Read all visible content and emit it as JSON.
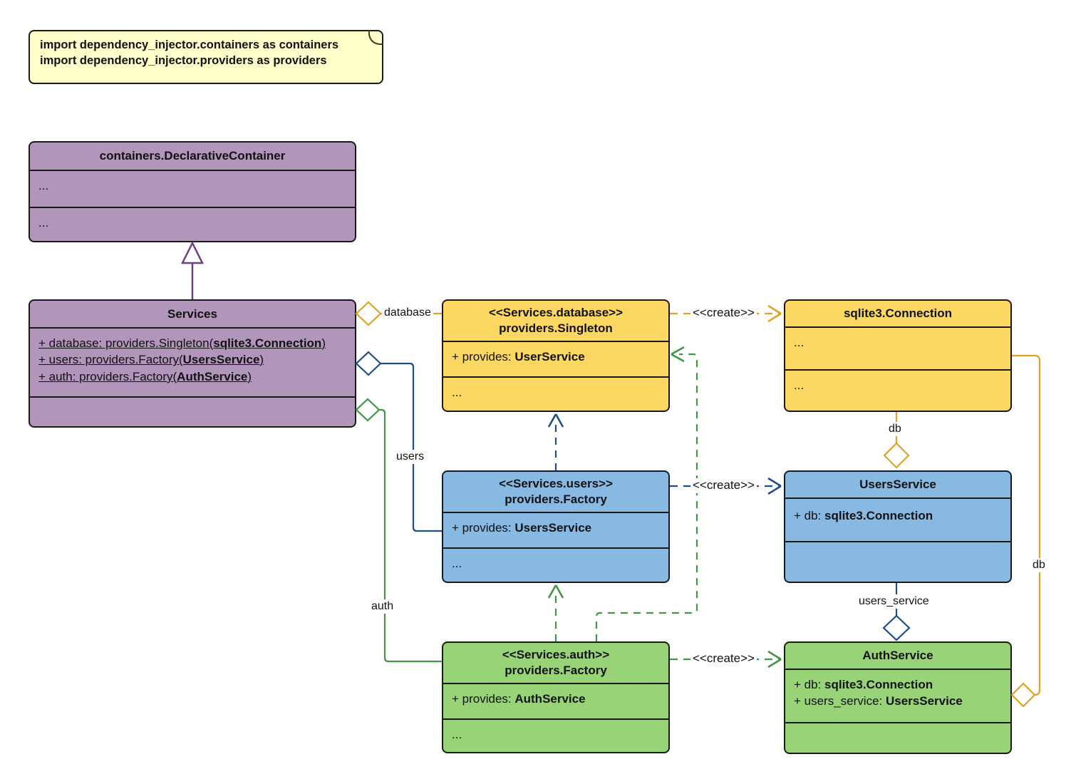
{
  "note": {
    "lines": [
      "import dependency_injector.containers as containers",
      "import dependency_injector.providers as providers"
    ]
  },
  "classes": {
    "declarative_container": {
      "title": "containers.DeclarativeContainer",
      "rows": [
        "...",
        "..."
      ]
    },
    "services": {
      "title": "Services",
      "attrs": [
        {
          "pre": "+ database: providers.Singleton(",
          "bold": "sqlite3.Connection",
          "post": ")"
        },
        {
          "pre": "+ users: providers.Factory(",
          "bold": "UsersService",
          "post": ")"
        },
        {
          "pre": "+ auth: providers.Factory(",
          "bold": "AuthService",
          "post": ")"
        }
      ]
    },
    "singleton": {
      "stereotype": "<<Services.database>>",
      "title": "providers.Singleton",
      "provides": {
        "pre": "+ provides: ",
        "bold": "UserService"
      },
      "more": "..."
    },
    "connection": {
      "title": "sqlite3.Connection",
      "rows": [
        "...",
        "..."
      ]
    },
    "users_factory": {
      "stereotype": "<<Services.users>>",
      "title": "providers.Factory",
      "provides": {
        "pre": "+ provides: ",
        "bold": "UsersService"
      },
      "more": "..."
    },
    "users_service": {
      "title": "UsersService",
      "attrs": [
        {
          "pre": "+ db: ",
          "bold": "sqlite3.Connection"
        }
      ]
    },
    "auth_factory": {
      "stereotype": "<<Services.auth>>",
      "title": "providers.Factory",
      "provides": {
        "pre": "+ provides: ",
        "bold": "AuthService"
      },
      "more": "..."
    },
    "auth_service": {
      "title": "AuthService",
      "attrs": [
        {
          "pre": "+ db: ",
          "bold": "sqlite3.Connection"
        },
        {
          "pre": "+ users_service: ",
          "bold": "UsersService"
        }
      ]
    }
  },
  "edges": {
    "create_label": "<<create>>",
    "database_label": "database",
    "users_label": "users",
    "auth_label": "auth",
    "db_vertical_label": "db",
    "db_right_label": "db",
    "users_service_label": "users_service"
  },
  "colors": {
    "purple_fill": "#b295bb",
    "yellow_fill": "#fcd862",
    "blue_fill": "#87b9e2",
    "green_fill": "#99d377",
    "note_fill": "#ffffcc",
    "purple_line": "#6f3e7d",
    "yellow_line": "#dfa126",
    "blue_line": "#1f4e8c",
    "green_line": "#3f9643"
  }
}
